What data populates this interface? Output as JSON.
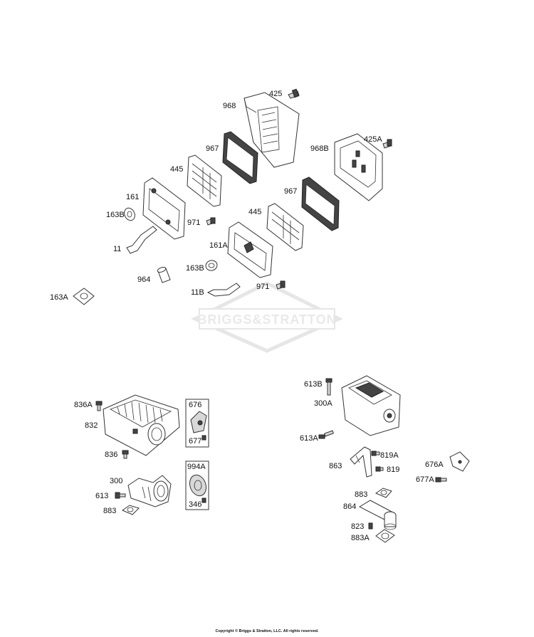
{
  "watermark": {
    "brand": "BRIGGS&STRATTON"
  },
  "callouts": {
    "c425": "425",
    "c968": "968",
    "c967a": "967",
    "c968B": "968B",
    "c425A": "425A",
    "c445a": "445",
    "c161": "161",
    "c967b": "967",
    "c163B_a": "163B",
    "c445b": "445",
    "c971a": "971",
    "c11": "11",
    "c161A": "161A",
    "c163B_b": "163B",
    "c964": "964",
    "c971b": "971",
    "c11B": "11B",
    "c163A": "163A",
    "c613B": "613B",
    "c300A": "300A",
    "c836A": "836A",
    "c676": "676",
    "c832": "832",
    "c677": "677",
    "c613A": "613A",
    "c836": "836",
    "c819A": "819A",
    "c863": "863",
    "c676A": "676A",
    "c994A": "994A",
    "c819": "819",
    "c300": "300",
    "c677A": "677A",
    "c613": "613",
    "c883a": "883",
    "c346": "346",
    "c883b": "883",
    "c864": "864",
    "c823": "823",
    "c883A": "883A"
  },
  "footer": {
    "copyright": "Copyright © Briggs & Stratton, LLC. All rights reserved."
  }
}
